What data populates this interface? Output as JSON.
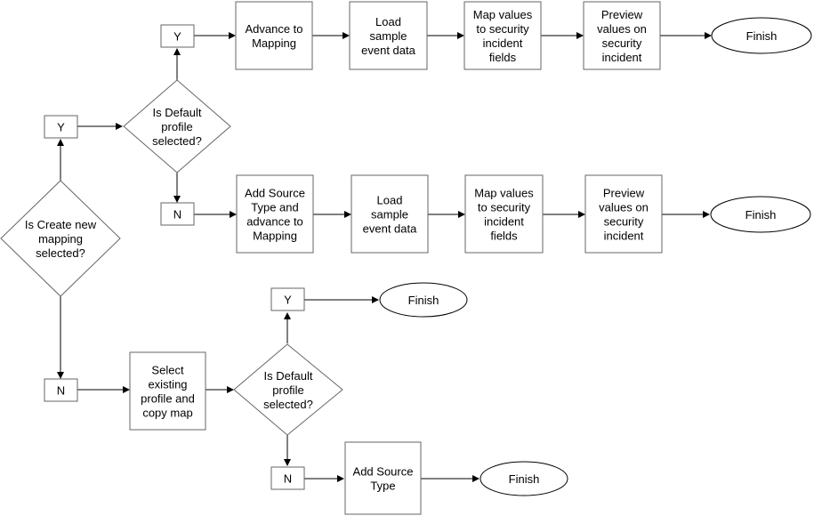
{
  "nodes": {
    "q_create": {
      "lines": [
        "Is Create new",
        "mapping",
        "selected?"
      ]
    },
    "y_create": {
      "lines": [
        "Y"
      ]
    },
    "n_create": {
      "lines": [
        "N"
      ]
    },
    "q_default1": {
      "lines": [
        "Is Default",
        "profile",
        "selected?"
      ]
    },
    "y_default1": {
      "lines": [
        "Y"
      ]
    },
    "n_default1": {
      "lines": [
        "N"
      ]
    },
    "r1_advance": {
      "lines": [
        "Advance to",
        "Mapping"
      ]
    },
    "r1_load": {
      "lines": [
        "Load",
        "sample",
        "event data"
      ]
    },
    "r1_map": {
      "lines": [
        "Map values",
        "to security",
        "incident",
        "fields"
      ]
    },
    "r1_preview": {
      "lines": [
        "Preview",
        "values on",
        "security",
        "incident"
      ]
    },
    "r1_finish": {
      "lines": [
        "Finish"
      ]
    },
    "r2_add": {
      "lines": [
        "Add Source",
        "Type and",
        "advance to",
        "Mapping"
      ]
    },
    "r2_load": {
      "lines": [
        "Load",
        "sample",
        "event data"
      ]
    },
    "r2_map": {
      "lines": [
        "Map values",
        "to security",
        "incident",
        "fields"
      ]
    },
    "r2_preview": {
      "lines": [
        "Preview",
        "values on",
        "security",
        "incident"
      ]
    },
    "r2_finish": {
      "lines": [
        "Finish"
      ]
    },
    "select_existing": {
      "lines": [
        "Select",
        "existing",
        "profile and",
        "copy map"
      ]
    },
    "q_default2": {
      "lines": [
        "Is Default",
        "profile",
        "selected?"
      ]
    },
    "y_default2": {
      "lines": [
        "Y"
      ]
    },
    "n_default2": {
      "lines": [
        "N"
      ]
    },
    "finish_default2": {
      "lines": [
        "Finish"
      ]
    },
    "add_source_type": {
      "lines": [
        "Add Source",
        "Type"
      ]
    },
    "finish_add": {
      "lines": [
        "Finish"
      ]
    }
  }
}
